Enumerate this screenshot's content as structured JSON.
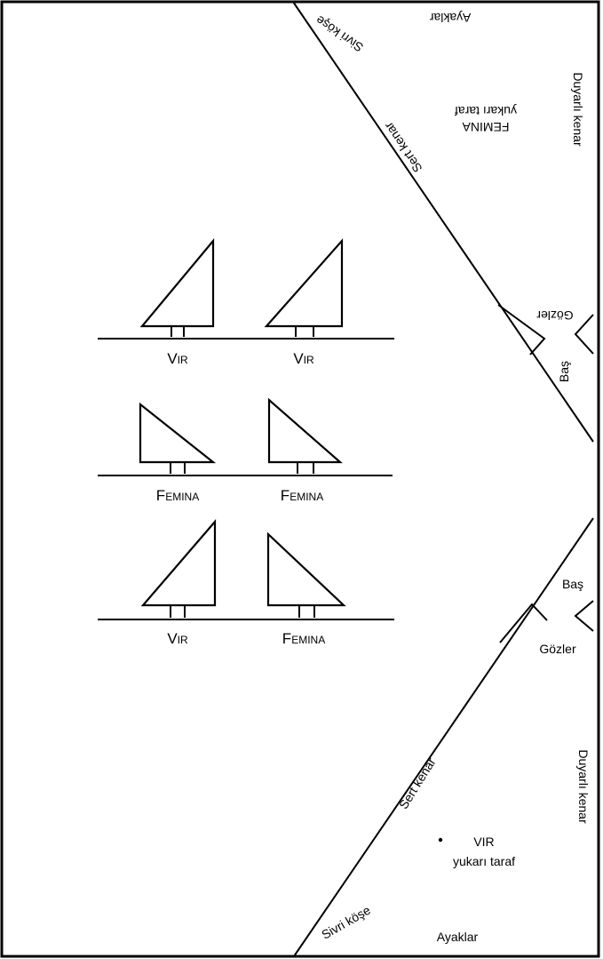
{
  "labels": {
    "ayaklar": "Ayaklar",
    "sivri_kose": "Sivri köşe",
    "sert_kenar": "Sert kenar",
    "duyarli_kenar": "Duyarlı kenar",
    "gozler": "Gözler",
    "bas": "Baş",
    "femina_name": "FEMINA",
    "vir_name": "VIR",
    "yukari_taraf": "yukarı taraf",
    "femina_top_initial": "F",
    "femina_top_rest": "EMINA",
    "vir_top_initial": "V",
    "vir_top_rest": "IR"
  },
  "grid": [
    [
      {
        "kind": "vir",
        "initial": "V",
        "rest": "IR"
      },
      {
        "kind": "vir",
        "initial": "V",
        "rest": "IR"
      }
    ],
    [
      {
        "kind": "femina",
        "initial": "F",
        "rest": "EMINA"
      },
      {
        "kind": "femina",
        "initial": "F",
        "rest": "EMINA"
      }
    ],
    [
      {
        "kind": "vir",
        "initial": "V",
        "rest": "IR"
      },
      {
        "kind": "femina",
        "initial": "F",
        "rest": "EMINA"
      }
    ]
  ]
}
